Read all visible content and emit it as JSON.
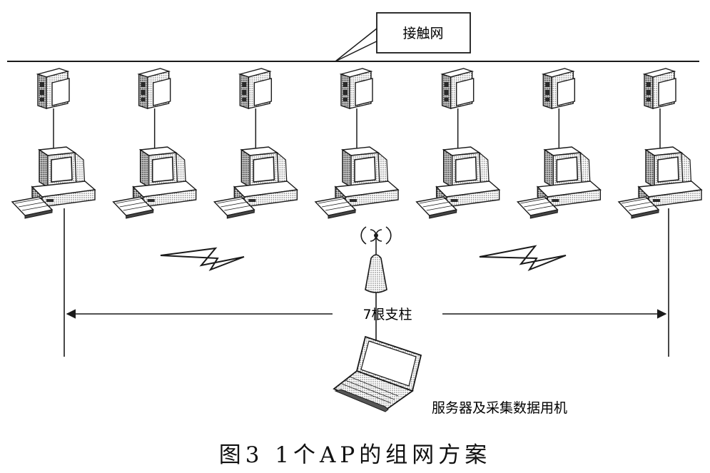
{
  "diagram": {
    "contact_network_label": "接触网",
    "pillars_label": "7根支柱",
    "server_label": "服务器及采集数据用机",
    "caption": "图3 1个AP的组网方案"
  },
  "stations": [
    {
      "id": "station-1"
    },
    {
      "id": "station-2"
    },
    {
      "id": "station-3"
    },
    {
      "id": "station-4"
    },
    {
      "id": "station-5"
    },
    {
      "id": "station-6"
    },
    {
      "id": "station-7"
    }
  ],
  "colors": {
    "line": "#1a1a1a",
    "fill": "#ffffff",
    "shade": "#8a8a8a",
    "screen": "#5a5a5a"
  },
  "icons": [
    "camera-icon",
    "monitor-icon",
    "keyboard-icon",
    "antenna-icon",
    "lightning-icon",
    "laptop-icon"
  ]
}
